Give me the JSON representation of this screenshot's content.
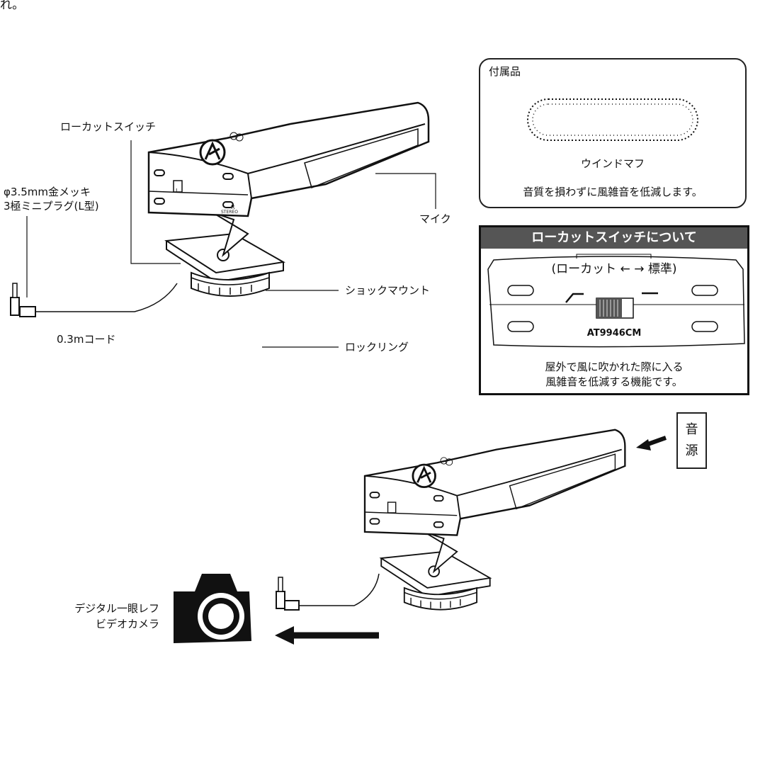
{
  "top_fragment": "れ。",
  "labels": {
    "lowcut_switch": "ローカットスイッチ",
    "plug_line1": "φ3.5mm金メッキ",
    "plug_line2": "3極ミニプラグ(L型)",
    "mic": "マイク",
    "shock_mount": "ショックマウント",
    "cord": "0.3mコード",
    "lock_ring": "ロックリング",
    "camera_line1": "デジタル一眼レフ",
    "camera_line2": "ビデオカメラ"
  },
  "accessory": {
    "title": "付属品",
    "item": "ウインドマフ",
    "description": "音質を損わずに風雑音を低減します。"
  },
  "lowcut_panel": {
    "title": "ローカットスイッチについて",
    "switch_caption": "(ローカット ← → 標準)",
    "model": "AT9946CM",
    "description_line1": "屋外で風に吹かれた際に入る",
    "description_line2": "風雑音を低減する機能です。"
  },
  "sound_source": {
    "char1": "音",
    "char2": "源"
  },
  "mic_markings": {
    "left": "L",
    "right": "R",
    "stereo": "STEREO"
  }
}
